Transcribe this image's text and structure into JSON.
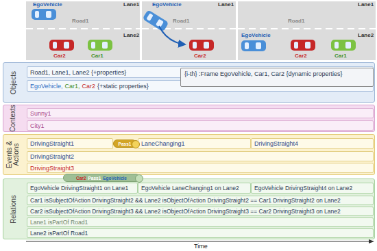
{
  "diagram": {
    "nodes": [
      {
        "text": [
          "Objects"
        ]
      },
      {
        "text": [
          "Road1, Lane1, Lane2 {+properties}"
        ],
        "in": 0
      },
      {
        "text": [
          "EgoVehicle,",
          "Car1,",
          "Car2",
          "{+static properties}"
        ],
        "in": 0
      },
      {
        "text": [
          "{i-th} :Frame EgoVehicle, Car1, Car2 {dynamic properties}"
        ],
        "in": 0
      },
      {
        "text": [
          "Contexts"
        ]
      },
      {
        "text": [
          "Sunny1"
        ],
        "in": 4
      },
      {
        "text": [
          "City1"
        ],
        "in": 4
      },
      {
        "text": [
          "Events & Actions"
        ]
      },
      {
        "text": [
          "DrivingStraight1"
        ],
        "in": 7
      },
      {
        "text": [
          "Pass1"
        ],
        "in": 7
      },
      {
        "text": [
          "LaneChanging1"
        ],
        "in": 7
      },
      {
        "text": [
          "DrivingStraight4"
        ],
        "in": 7
      },
      {
        "text": [
          "DrivingStraight2"
        ],
        "in": 7
      },
      {
        "text": [
          "DrivingStraight3"
        ],
        "in": 7
      },
      {
        "text": [
          "Car2",
          "Pass1",
          "EgoVehicle"
        ]
      },
      {
        "text": [
          "Relations"
        ]
      },
      {
        "text": [
          "EgoVehicle DrivingStraight1 on Lane1"
        ],
        "in": 15
      },
      {
        "text": [
          "EgoVehicle LaneChanging1 on Lane2"
        ],
        "in": 15
      },
      {
        "text": [
          "EgoVehicle DrivingStraight4 on Lane2"
        ],
        "in": 15
      },
      {
        "text": [
          "Car1 isSubjectOfAction DrivingStraight2 && Lane2 isObjectOfAction DrivingStraight2 == Car1 DrivingStraight2 on Lane2"
        ],
        "in": 15
      },
      {
        "text": [
          "Car2 isSubjectOfAction DrivingStraight3 && Lane2 isObjectOfAction DrivingStraight3 == Car2 DrivingStraight3 on Lane2"
        ],
        "in": 15
      },
      {
        "text": [
          "Lane1 isPartOf Road1"
        ],
        "in": 15
      },
      {
        "text": [
          "Lane2 isPartOf Road1"
        ],
        "in": 15
      }
    ],
    "labels": [
      "EgoVehicle",
      "Road1",
      "Lane1",
      "Lane2",
      "Car2",
      "Car1",
      "EgoVehicle",
      "Lane1",
      "Road1",
      "Car2",
      "Lane1",
      "Road1",
      "EgoVehicle",
      "Lane2",
      "Car2",
      "Car1",
      "Time"
    ]
  }
}
